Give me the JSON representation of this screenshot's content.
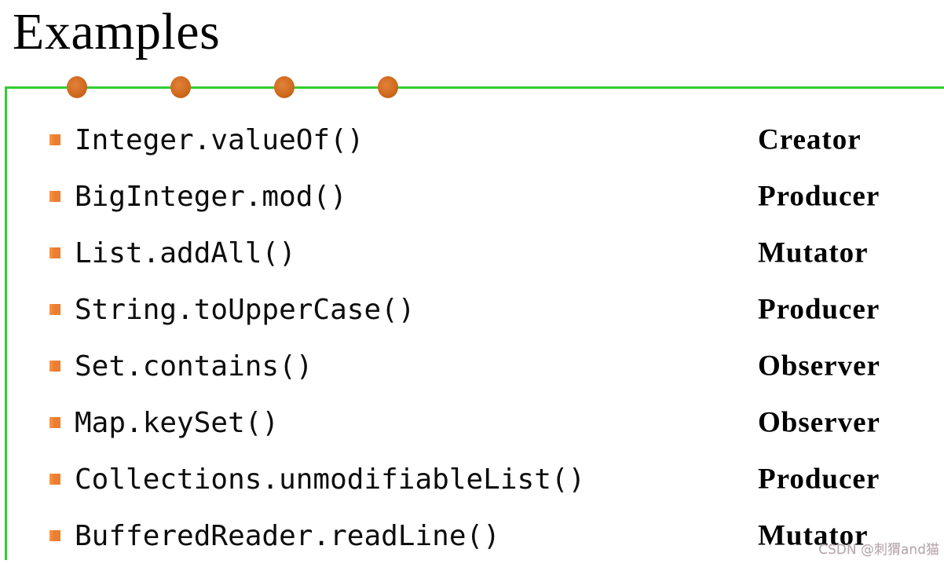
{
  "title": "Examples",
  "decor": {
    "line_color": "#32CD32",
    "dot_color": "#C8661A",
    "bullet_color": "#ED7D31",
    "dot_count": 4
  },
  "examples": [
    {
      "code": "Integer.valueOf()",
      "category": "Creator"
    },
    {
      "code": "BigInteger.mod()",
      "category": "Producer"
    },
    {
      "code": "List.addAll()",
      "category": "Mutator"
    },
    {
      "code": "String.toUpperCase()",
      "category": "Producer"
    },
    {
      "code": "Set.contains()",
      "category": "Observer"
    },
    {
      "code": "Map.keySet()",
      "category": "Observer"
    },
    {
      "code": "Collections.unmodifiableList()",
      "category": "Producer"
    },
    {
      "code": "BufferedReader.readLine()",
      "category": "Mutator"
    }
  ],
  "watermark": "CSDN @刺猬and猫"
}
